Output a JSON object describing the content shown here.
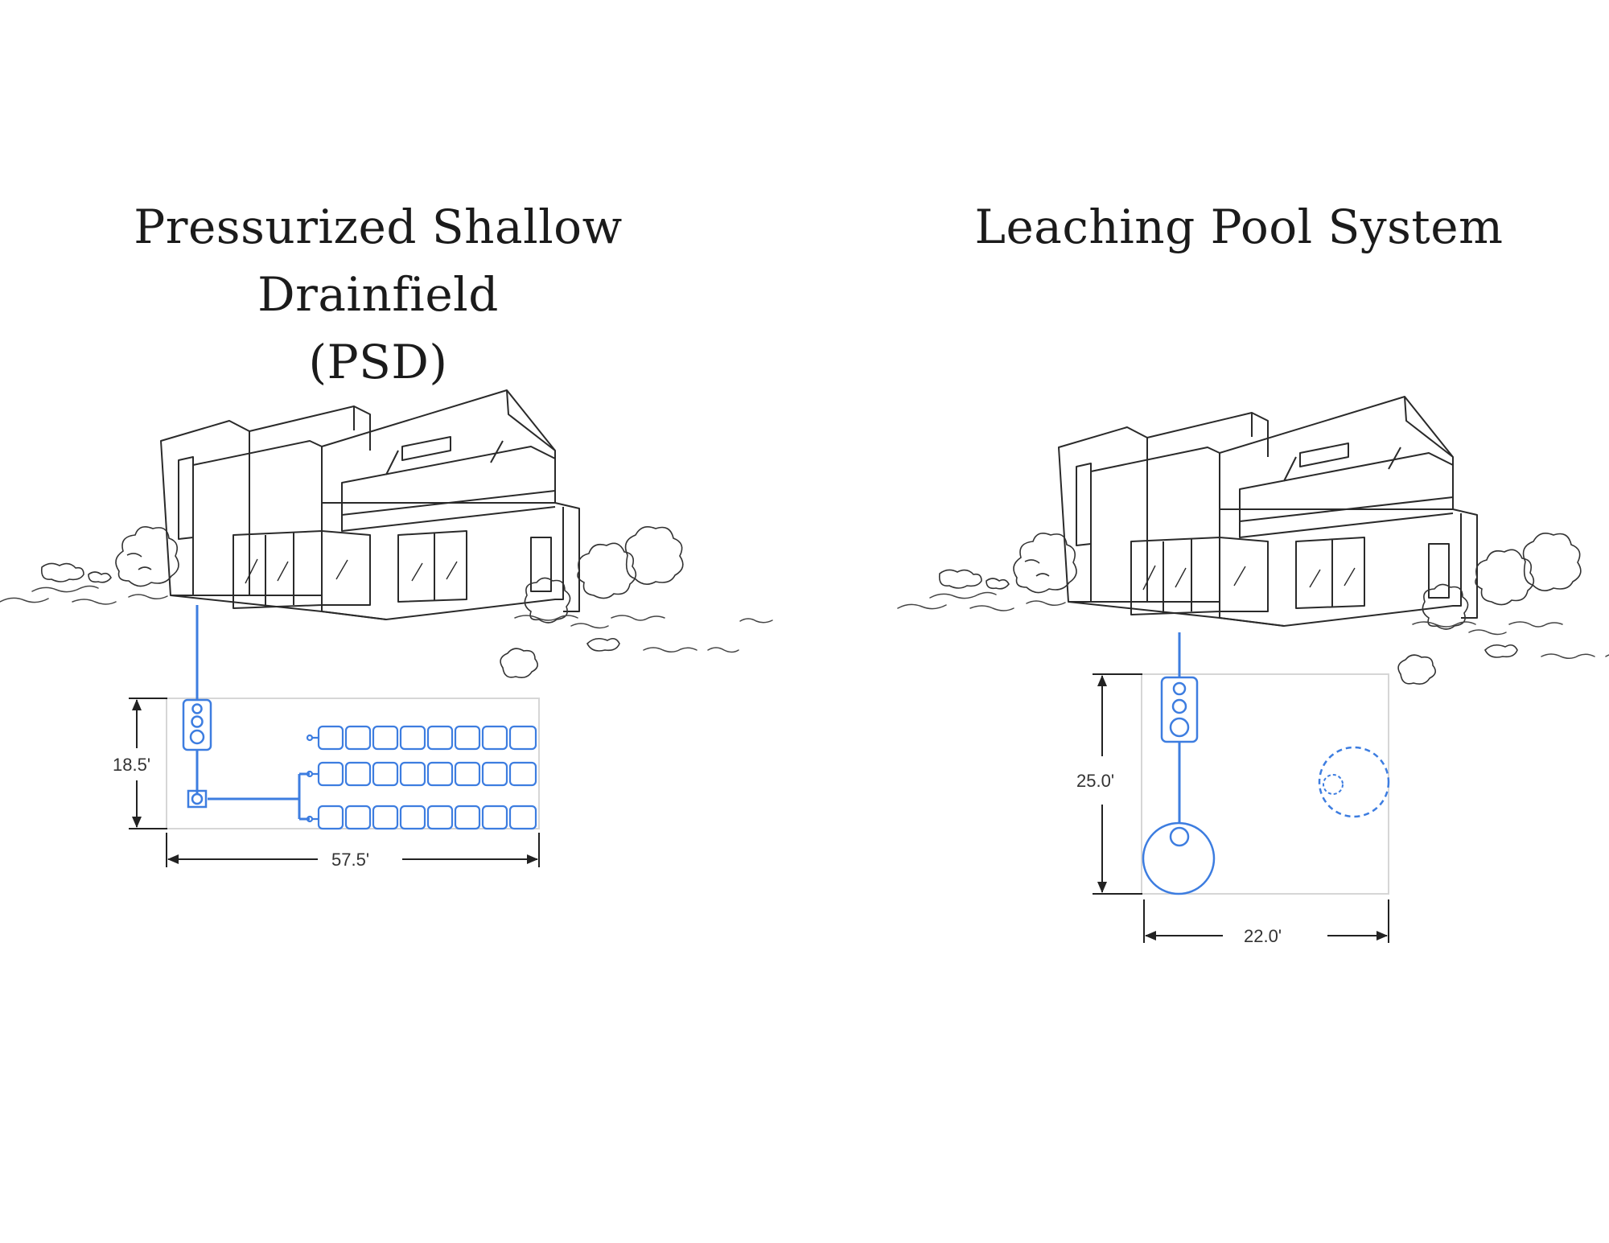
{
  "panels": [
    {
      "title_line1": "Pressurized Shallow Drainfield",
      "title_line2": "(PSD)",
      "dimensions": {
        "height": "18.5'",
        "width": "57.5'"
      },
      "components": [
        "septic-tank",
        "pump-chamber",
        "drain-chambers"
      ]
    },
    {
      "title_line1": "Leaching Pool System",
      "dimensions": {
        "height": "25.0'",
        "width": "22.0'"
      },
      "components": [
        "septic-tank",
        "leaching-pool",
        "expansion-pool"
      ]
    }
  ],
  "colors": {
    "pipe": "#3d7de0",
    "sketch": "#2a2a2a",
    "dimension": "#222222",
    "boundary": "#d6d6d6"
  }
}
